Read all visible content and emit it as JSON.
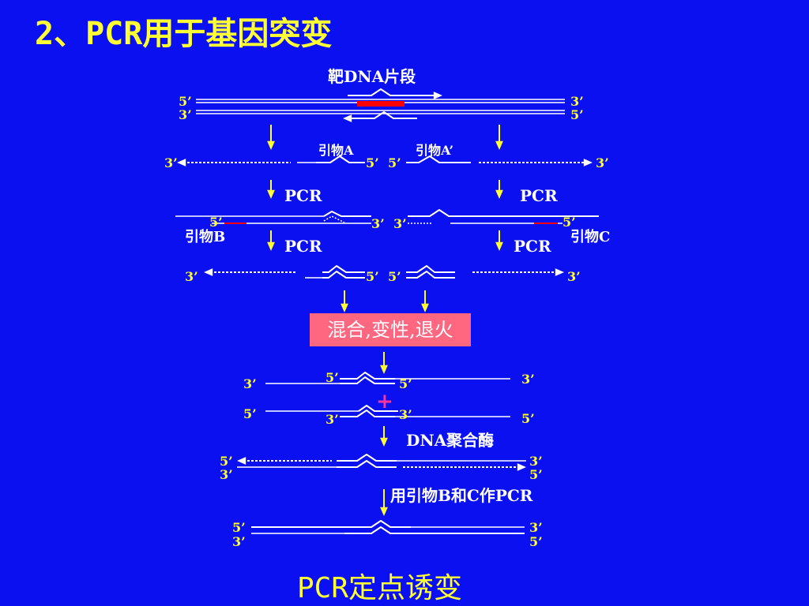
{
  "title": "2、PCR用于基因突变",
  "caption": "PCR定点诱变",
  "colors": {
    "background": "#0a10f0",
    "strand": "#ffff33",
    "strand_white": "#ffffff",
    "mutation": "#ff0000",
    "mix_box": "#ff6680",
    "plus": "#ff3399"
  },
  "labels": {
    "target_dna": "靶DNA片段",
    "five_prime": "5’",
    "three_prime": "3’",
    "primer_a": "引物A",
    "primer_a_prime": "引物A’",
    "primer_b": "引物B",
    "primer_c": "引物C",
    "pcr": "PCR",
    "mix": "混合,变性,退火",
    "plus": "+",
    "dna_polymerase": "DNA聚合酶",
    "pcr_with_bc": "用引物B和C作PCR"
  }
}
